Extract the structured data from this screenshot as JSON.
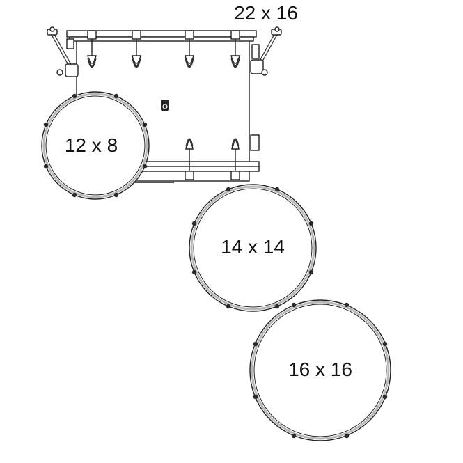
{
  "colors": {
    "line": "#222222",
    "hoop": "#b8b8b8",
    "lug": "#2a2a2a",
    "background": "#ffffff"
  },
  "drums": [
    {
      "id": "bass-drum",
      "size": "22 x 16",
      "kind": "bass",
      "label_position": "top-right"
    },
    {
      "id": "tom",
      "size": "12 x 8",
      "kind": "tom",
      "lugs": 8
    },
    {
      "id": "floor-tom-14",
      "size": "14 x 14",
      "kind": "floor-tom",
      "lugs": 8
    },
    {
      "id": "floor-tom-16",
      "size": "16 x 16",
      "kind": "floor-tom",
      "lugs": 8
    }
  ]
}
